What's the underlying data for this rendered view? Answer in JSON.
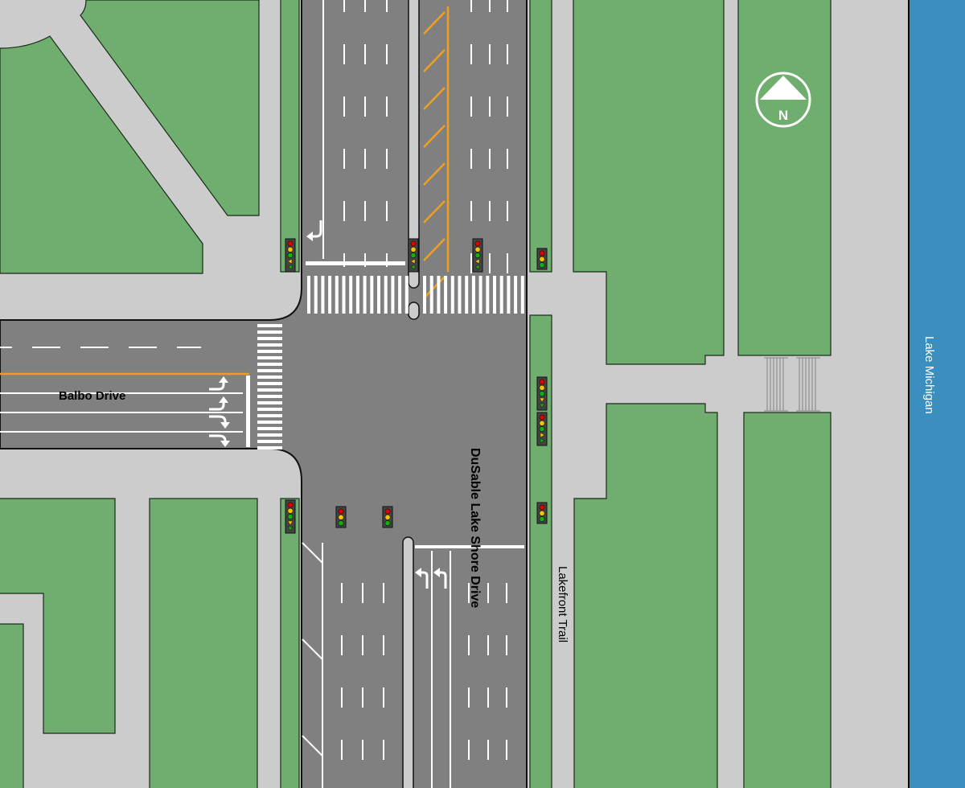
{
  "labels": {
    "balbo": "Balbo Drive",
    "dusable": "DuSable Lake Shore Drive",
    "trail": "Lakefront Trail",
    "lake": "Lake Michigan"
  },
  "compass": {
    "letter": "N"
  },
  "colors": {
    "grass": "#6fae6e",
    "road": "#808080",
    "sidewalk": "#cccccc",
    "water": "#3a8fbf",
    "median_yellow": "#f0a020"
  }
}
